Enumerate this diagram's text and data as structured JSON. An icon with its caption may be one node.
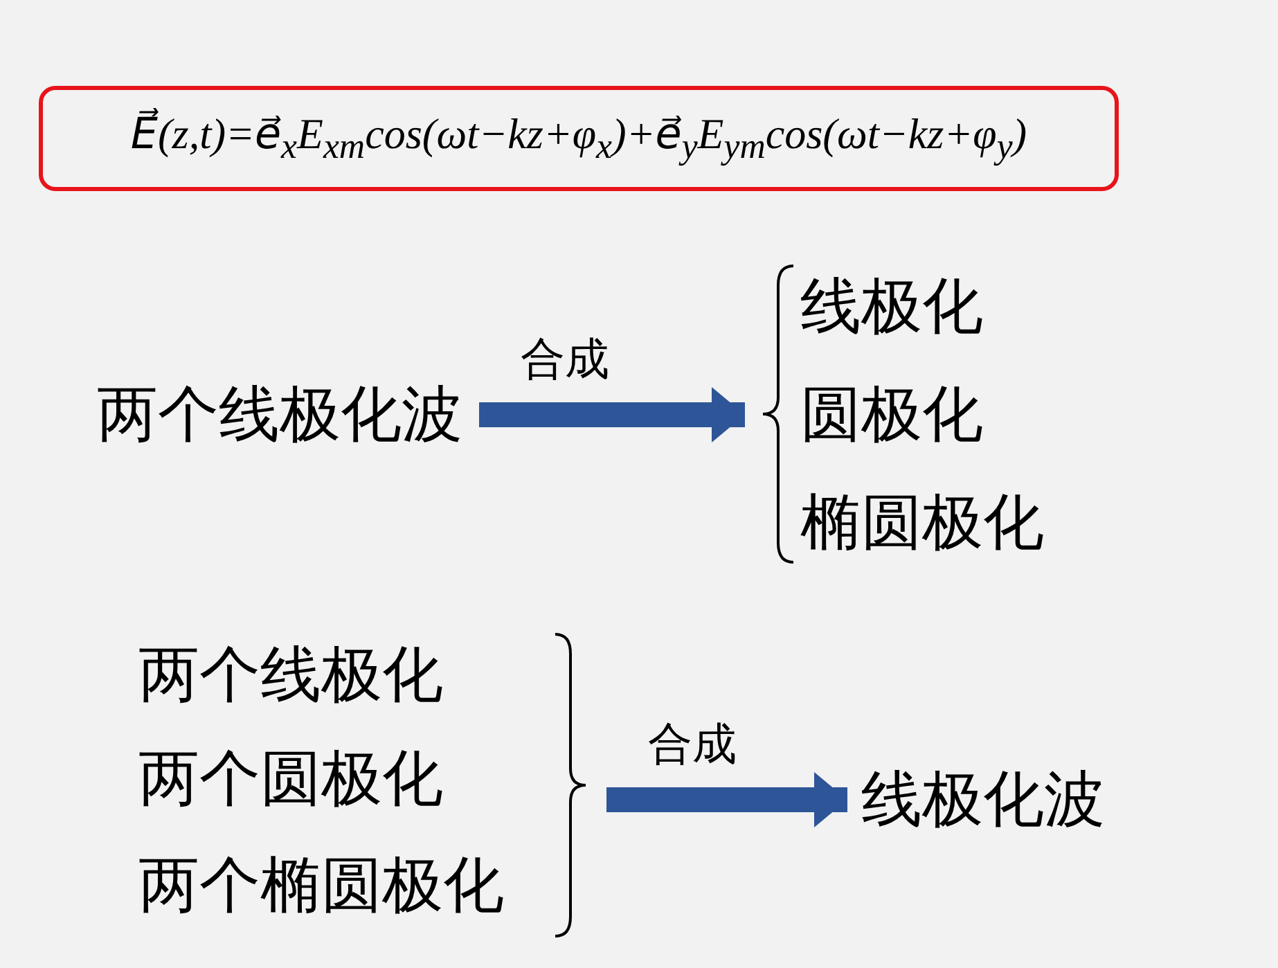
{
  "diagram": {
    "nodes": [
      {
        "text": [
          "E⃗(z,t)=e⃗$_{x}$E$_{xm}$cos(ωt−kz+φ$_{x}$)+e⃗$_{y}$E$_{ym}$cos(ωt−kz+φ$_{y}$)"
        ]
      },
      {
        "text": [
          "两个线极化波"
        ]
      },
      {
        "text": [],
        "shape": "bracket"
      },
      {
        "text": [
          "线极化"
        ]
      },
      {
        "text": [
          "圆极化"
        ]
      },
      {
        "text": [
          "椭圆极化"
        ]
      },
      {
        "text": [
          "两个线极化"
        ]
      },
      {
        "text": [
          "两个圆极化"
        ]
      },
      {
        "text": [
          "两个椭圆极化"
        ]
      },
      {
        "text": [],
        "shape": "bracket"
      },
      {
        "text": [
          "线极化波"
        ]
      }
    ],
    "edges": [
      {
        "from": 1,
        "to": 2,
        "arrow": "to",
        "label": "合成"
      },
      {
        "from": 9,
        "to": 10,
        "arrow": "to",
        "label": "合成"
      }
    ]
  }
}
